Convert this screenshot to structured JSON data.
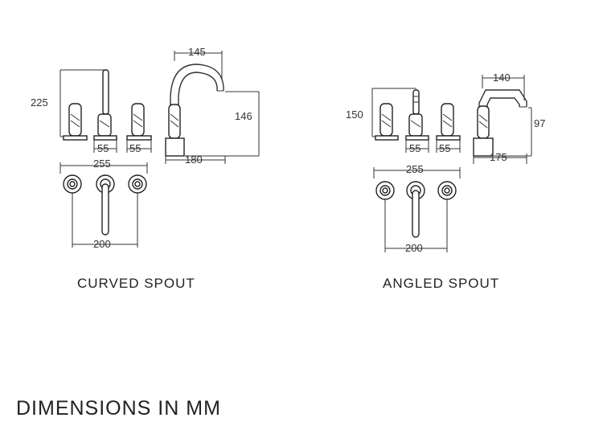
{
  "curved": {
    "caption": "CURVED SPOUT",
    "spout_reach": "145",
    "height": "225",
    "spout_height": "146",
    "spacing_left": "55",
    "spacing_right": "55",
    "spout_base": "180",
    "plate_width": "255",
    "plate_centers": "200"
  },
  "angled": {
    "caption": "ANGLED SPOUT",
    "spout_reach": "140",
    "height": "150",
    "spout_height": "97",
    "spacing_left": "55",
    "spacing_right": "55",
    "spout_base": "175",
    "plate_width": "255",
    "plate_centers": "200"
  },
  "footer": "DIMENSIONS IN MM"
}
